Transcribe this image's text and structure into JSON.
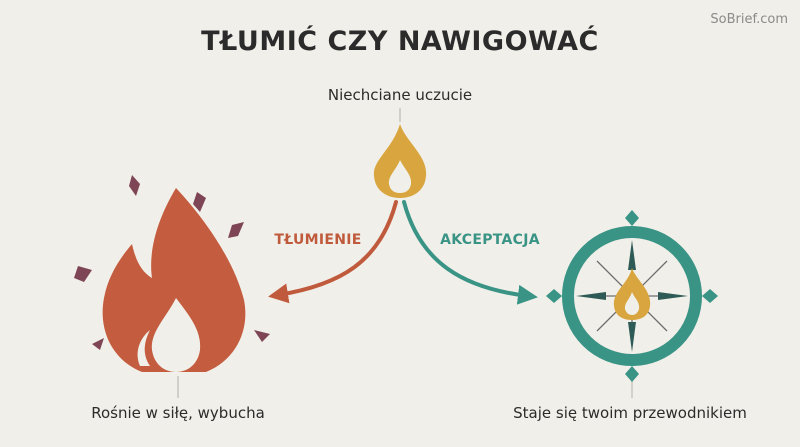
{
  "watermark": "SoBrief.com",
  "title": "TŁUMIĆ CZY NAWIGOWAĆ",
  "nodes": {
    "top": {
      "label": "Niechciane uczucie",
      "icon": "small-flame-icon"
    },
    "left": {
      "label": "Rośnie w siłę, wybucha",
      "icon": "big-fire-icon"
    },
    "right": {
      "label": "Staje się twoim przewodnikiem",
      "icon": "compass-flame-icon"
    }
  },
  "edges": {
    "left": {
      "label": "TŁUMIENIE"
    },
    "right": {
      "label": "AKCEPTACJA"
    }
  },
  "colors": {
    "background": "#f1efe9",
    "suppression": "#c05a3c",
    "acceptance": "#3a9486",
    "flame_gold": "#d9a53f",
    "spark": "#7e4556",
    "text": "#2b2b2b"
  }
}
